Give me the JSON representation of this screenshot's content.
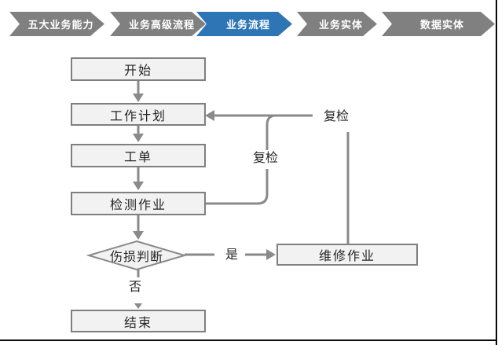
{
  "breadcrumb": {
    "items": [
      {
        "label": "五大业务能力",
        "active": false
      },
      {
        "label": "业务高级流程",
        "active": false
      },
      {
        "label": "业务流程",
        "active": true
      },
      {
        "label": "业务实体",
        "active": false
      },
      {
        "label": "数据实体",
        "active": false
      }
    ],
    "active_color": "#2E75B6",
    "inactive_color": "#808080"
  },
  "flowchart": {
    "nodes": [
      {
        "id": "start",
        "label": "开始",
        "type": "process"
      },
      {
        "id": "work-plan",
        "label": "工作计划",
        "type": "process"
      },
      {
        "id": "work-order",
        "label": "工单",
        "type": "process"
      },
      {
        "id": "inspection",
        "label": "检测作业",
        "type": "process"
      },
      {
        "id": "damage-decision",
        "label": "伤损判断",
        "type": "decision"
      },
      {
        "id": "repair",
        "label": "维修作业",
        "type": "process"
      },
      {
        "id": "end",
        "label": "结束",
        "type": "process"
      }
    ],
    "edges": {
      "yes_label": "是",
      "no_label": "否",
      "recheck_inner_label": "复检",
      "recheck_outer_label": "复检"
    },
    "colors": {
      "node_fill": "#F2F2F2",
      "node_border": "#7F7F7F",
      "connector": "#8A8A8A"
    }
  }
}
